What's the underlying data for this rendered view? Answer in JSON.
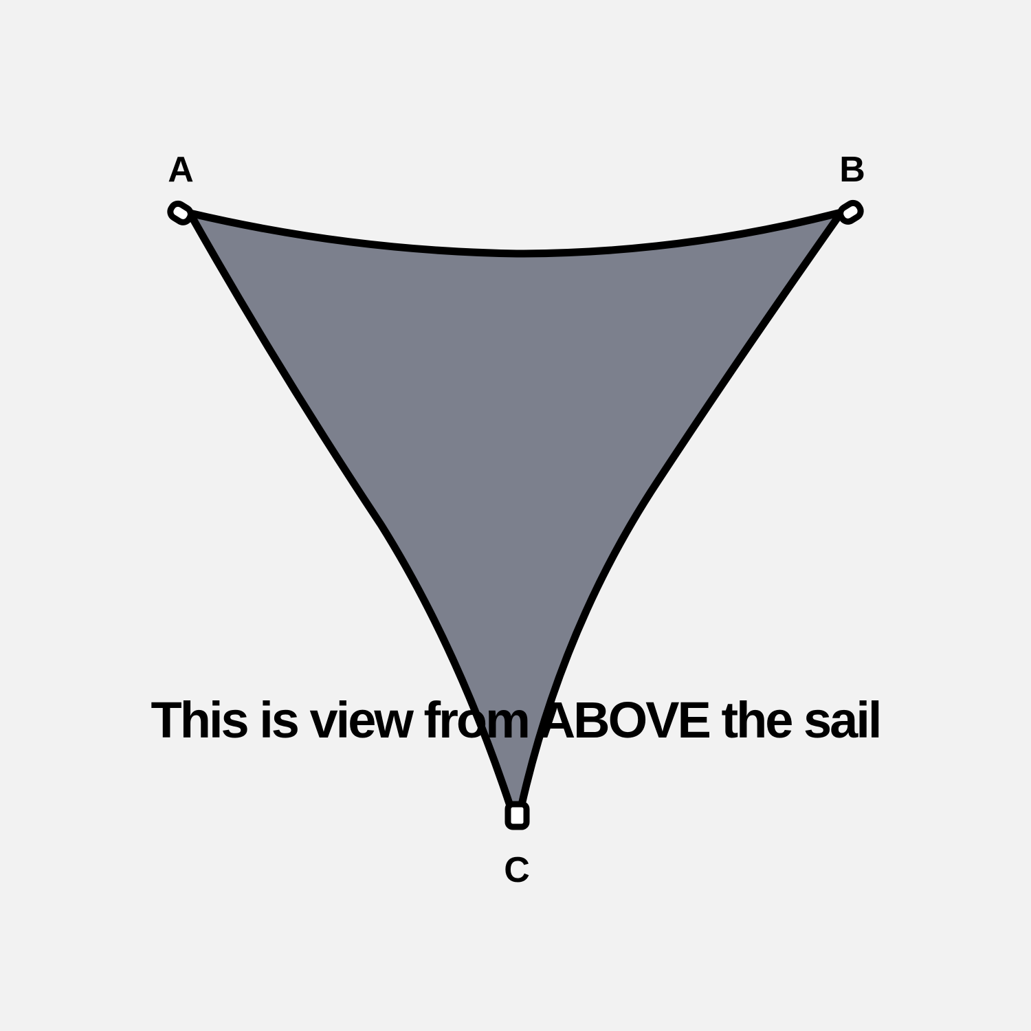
{
  "diagram": {
    "type": "shade-sail-triangle",
    "corner_labels": {
      "a": "A",
      "b": "B",
      "c": "C"
    },
    "caption": "This is view from ABOVE the sail",
    "colors": {
      "background": "#f2f2f2",
      "sail_fill": "#7c808d",
      "outline": "#000000",
      "ring_fill": "#ffffff"
    }
  }
}
